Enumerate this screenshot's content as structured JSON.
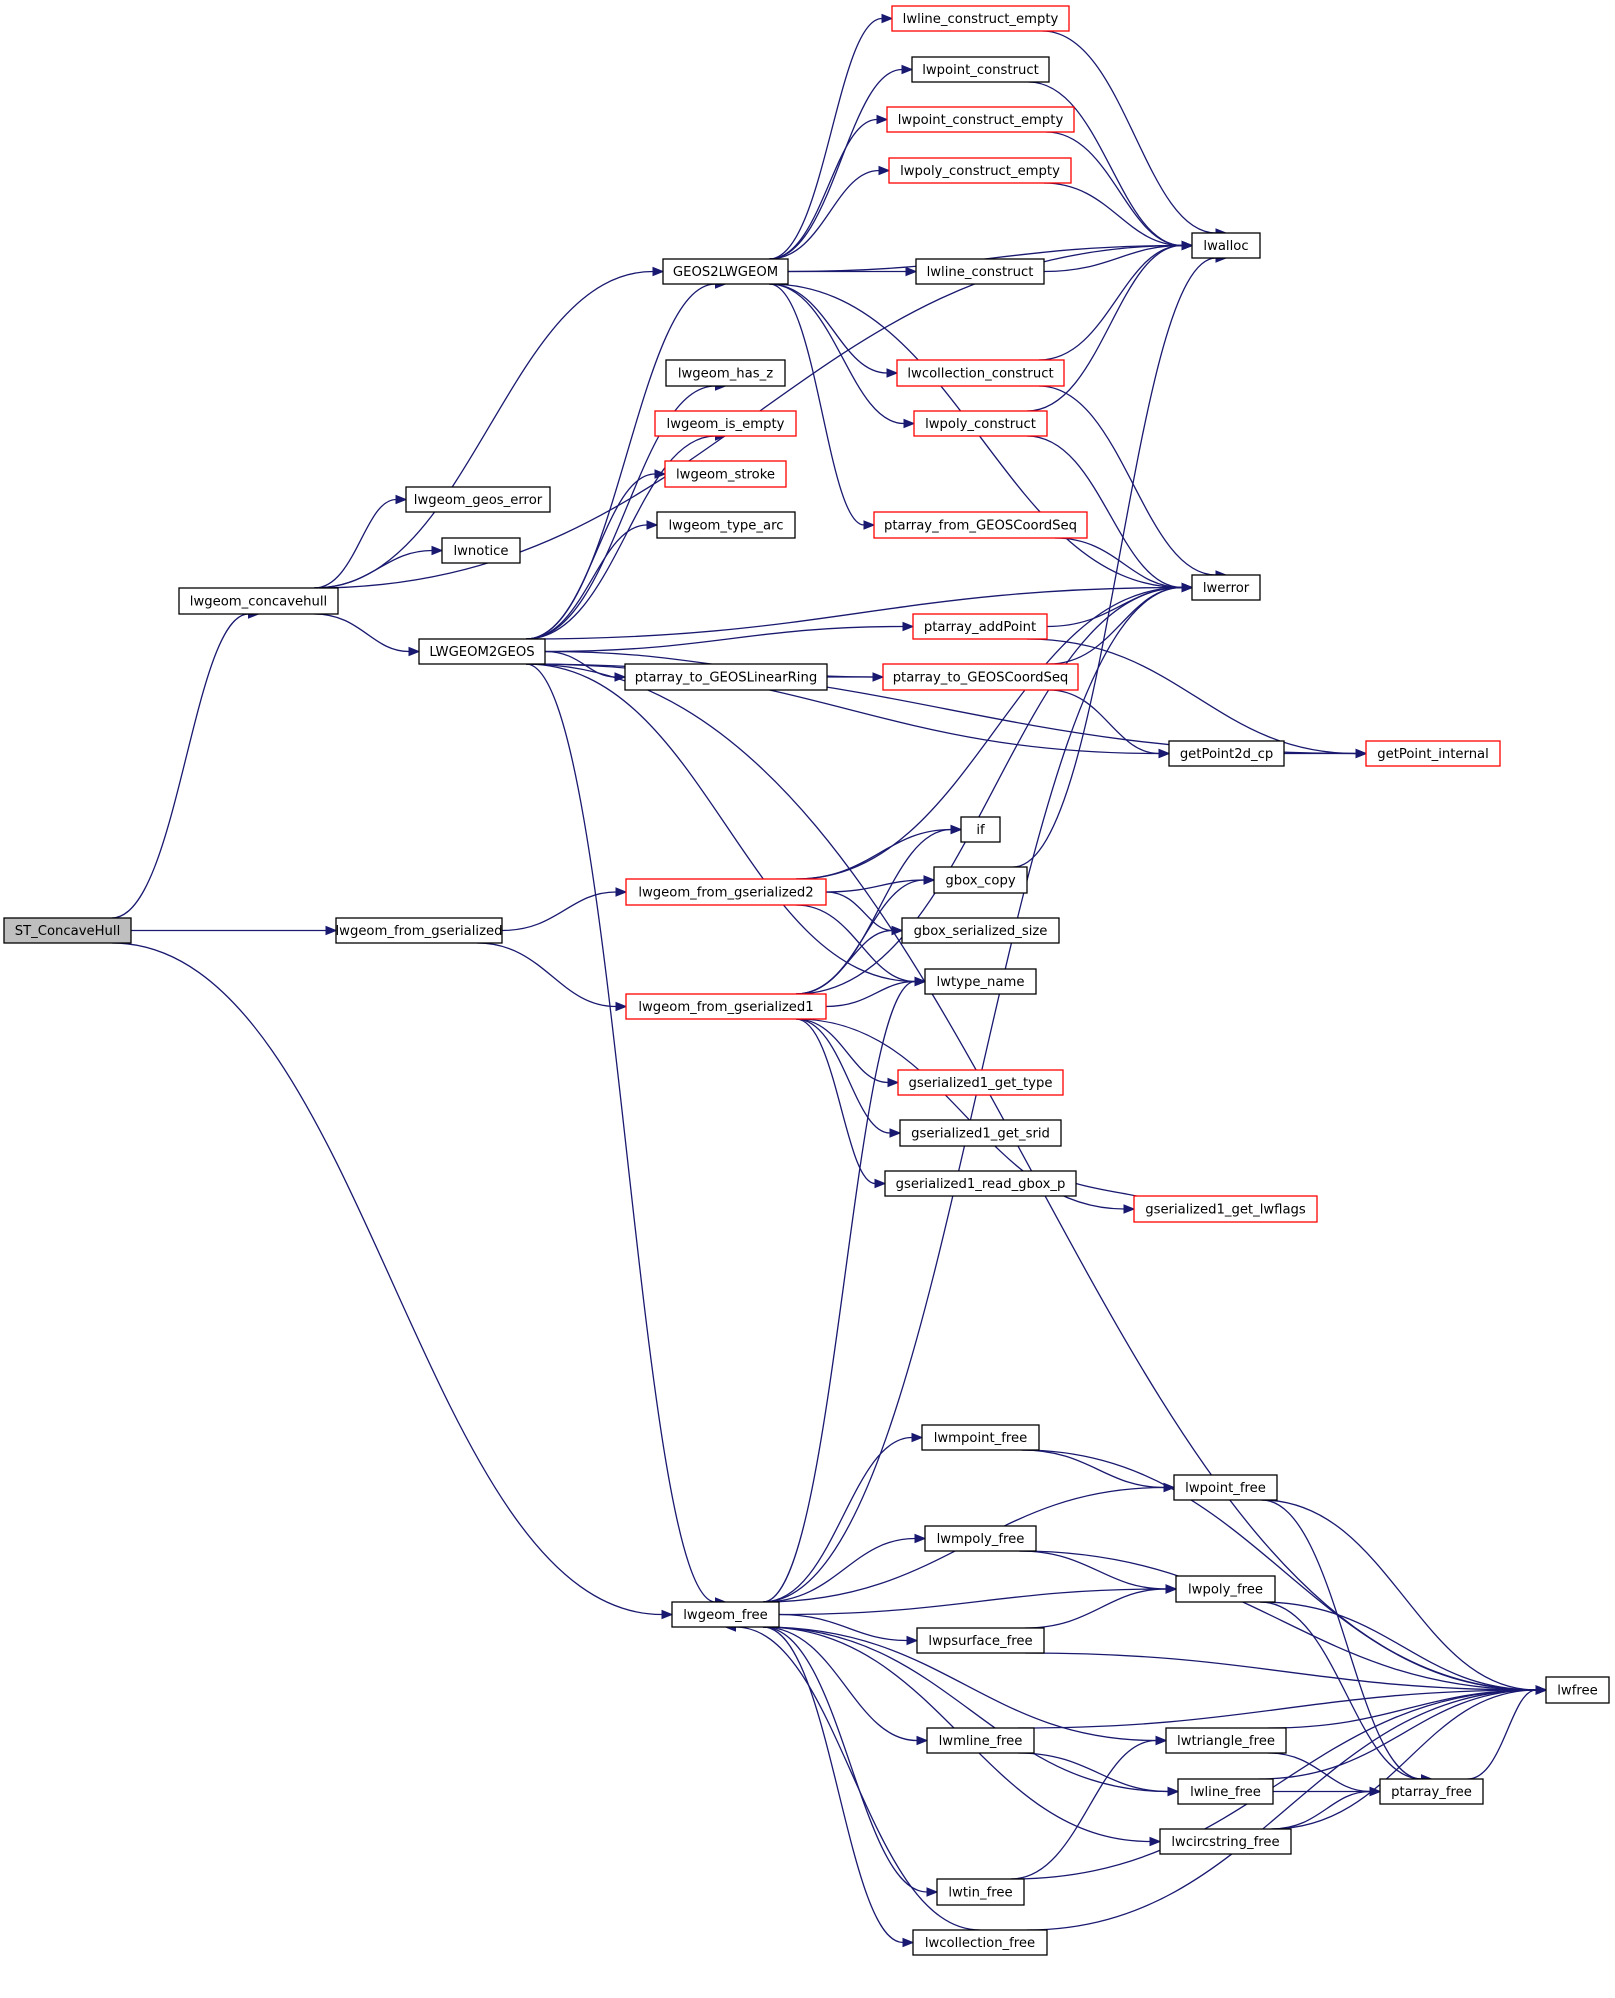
{
  "title": "Call graph for ST_ConcaveHull",
  "colors": {
    "edge": "#191970",
    "node_border": "#000000",
    "node_border_incomplete": "#ff0000",
    "root_fill": "#bfbfbf",
    "node_fill": "#ffffff"
  },
  "nodes": [
    {
      "id": "ST_ConcaveHull",
      "label": "ST_ConcaveHull",
      "style": "root"
    },
    {
      "id": "lwgeom_concavehull",
      "label": "lwgeom_concavehull",
      "style": "normal"
    },
    {
      "id": "lwgeom_geos_error",
      "label": "lwgeom_geos_error",
      "style": "normal"
    },
    {
      "id": "lwnotice",
      "label": "lwnotice",
      "style": "normal"
    },
    {
      "id": "LWGEOM2GEOS",
      "label": "LWGEOM2GEOS",
      "style": "normal"
    },
    {
      "id": "lwgeom_from_gserialized",
      "label": "lwgeom_from_gserialized",
      "style": "normal"
    },
    {
      "id": "GEOS2LWGEOM",
      "label": "GEOS2LWGEOM",
      "style": "normal"
    },
    {
      "id": "lwgeom_has_z",
      "label": "lwgeom_has_z",
      "style": "normal"
    },
    {
      "id": "lwgeom_is_empty",
      "label": "lwgeom_is_empty",
      "style": "red"
    },
    {
      "id": "lwgeom_stroke",
      "label": "lwgeom_stroke",
      "style": "red"
    },
    {
      "id": "lwgeom_type_arc",
      "label": "lwgeom_type_arc",
      "style": "normal"
    },
    {
      "id": "ptarray_to_GEOSLinearRing",
      "label": "ptarray_to_GEOSLinearRing",
      "style": "normal"
    },
    {
      "id": "lwgeom_from_gserialized2",
      "label": "lwgeom_from_gserialized2",
      "style": "red"
    },
    {
      "id": "lwgeom_from_gserialized1",
      "label": "lwgeom_from_gserialized1",
      "style": "red"
    },
    {
      "id": "lwgeom_free",
      "label": "lwgeom_free",
      "style": "normal"
    },
    {
      "id": "lwline_construct_empty",
      "label": "lwline_construct_empty",
      "style": "red"
    },
    {
      "id": "lwpoint_construct",
      "label": "lwpoint_construct",
      "style": "normal"
    },
    {
      "id": "lwpoint_construct_empty",
      "label": "lwpoint_construct_empty",
      "style": "red"
    },
    {
      "id": "lwpoly_construct_empty",
      "label": "lwpoly_construct_empty",
      "style": "red"
    },
    {
      "id": "lwline_construct",
      "label": "lwline_construct",
      "style": "normal"
    },
    {
      "id": "lwcollection_construct",
      "label": "lwcollection_construct",
      "style": "red"
    },
    {
      "id": "lwpoly_construct",
      "label": "lwpoly_construct",
      "style": "red"
    },
    {
      "id": "ptarray_from_GEOSCoordSeq",
      "label": "ptarray_from_GEOSCoordSeq",
      "style": "red"
    },
    {
      "id": "ptarray_addPoint",
      "label": "ptarray_addPoint",
      "style": "red"
    },
    {
      "id": "ptarray_to_GEOSCoordSeq",
      "label": "ptarray_to_GEOSCoordSeq",
      "style": "red"
    },
    {
      "id": "if",
      "label": "if",
      "style": "normal"
    },
    {
      "id": "gbox_copy",
      "label": "gbox_copy",
      "style": "normal"
    },
    {
      "id": "gbox_serialized_size",
      "label": "gbox_serialized_size",
      "style": "normal"
    },
    {
      "id": "lwtype_name",
      "label": "lwtype_name",
      "style": "normal"
    },
    {
      "id": "gserialized1_get_type",
      "label": "gserialized1_get_type",
      "style": "red"
    },
    {
      "id": "gserialized1_get_srid",
      "label": "gserialized1_get_srid",
      "style": "normal"
    },
    {
      "id": "gserialized1_read_gbox_p",
      "label": "gserialized1_read_gbox_p",
      "style": "normal"
    },
    {
      "id": "gserialized1_get_lwflags",
      "label": "gserialized1_get_lwflags",
      "style": "red"
    },
    {
      "id": "lwmpoint_free",
      "label": "lwmpoint_free",
      "style": "normal"
    },
    {
      "id": "lwmpoly_free",
      "label": "lwmpoly_free",
      "style": "normal"
    },
    {
      "id": "lwpsurface_free",
      "label": "lwpsurface_free",
      "style": "normal"
    },
    {
      "id": "lwmline_free",
      "label": "lwmline_free",
      "style": "normal"
    },
    {
      "id": "lwtin_free",
      "label": "lwtin_free",
      "style": "normal"
    },
    {
      "id": "lwcollection_free",
      "label": "lwcollection_free",
      "style": "normal"
    },
    {
      "id": "lwalloc",
      "label": "lwalloc",
      "style": "normal"
    },
    {
      "id": "lwerror",
      "label": "lwerror",
      "style": "normal"
    },
    {
      "id": "getPoint2d_cp",
      "label": "getPoint2d_cp",
      "style": "normal"
    },
    {
      "id": "getPoint_internal",
      "label": "getPoint_internal",
      "style": "red"
    },
    {
      "id": "lwpoint_free",
      "label": "lwpoint_free",
      "style": "normal"
    },
    {
      "id": "lwpoly_free",
      "label": "lwpoly_free",
      "style": "normal"
    },
    {
      "id": "lwtriangle_free",
      "label": "lwtriangle_free",
      "style": "normal"
    },
    {
      "id": "lwline_free",
      "label": "lwline_free",
      "style": "normal"
    },
    {
      "id": "lwcircstring_free",
      "label": "lwcircstring_free",
      "style": "normal"
    },
    {
      "id": "ptarray_free",
      "label": "ptarray_free",
      "style": "normal"
    },
    {
      "id": "lwfree",
      "label": "lwfree",
      "style": "normal"
    }
  ],
  "edges": [
    [
      "ST_ConcaveHull",
      "lwgeom_concavehull"
    ],
    [
      "ST_ConcaveHull",
      "lwgeom_from_gserialized"
    ],
    [
      "ST_ConcaveHull",
      "lwgeom_free"
    ],
    [
      "lwgeom_concavehull",
      "lwgeom_geos_error"
    ],
    [
      "lwgeom_concavehull",
      "lwnotice"
    ],
    [
      "lwgeom_concavehull",
      "LWGEOM2GEOS"
    ],
    [
      "lwgeom_concavehull",
      "GEOS2LWGEOM"
    ],
    [
      "lwgeom_concavehull",
      "lwalloc"
    ],
    [
      "lwgeom_from_gserialized",
      "lwgeom_from_gserialized2"
    ],
    [
      "lwgeom_from_gserialized",
      "lwgeom_from_gserialized1"
    ],
    [
      "GEOS2LWGEOM",
      "lwline_construct_empty"
    ],
    [
      "GEOS2LWGEOM",
      "lwpoint_construct"
    ],
    [
      "GEOS2LWGEOM",
      "lwpoint_construct_empty"
    ],
    [
      "GEOS2LWGEOM",
      "lwpoly_construct_empty"
    ],
    [
      "GEOS2LWGEOM",
      "lwalloc"
    ],
    [
      "GEOS2LWGEOM",
      "lwline_construct"
    ],
    [
      "GEOS2LWGEOM",
      "lwcollection_construct"
    ],
    [
      "GEOS2LWGEOM",
      "lwpoly_construct"
    ],
    [
      "GEOS2LWGEOM",
      "ptarray_from_GEOSCoordSeq"
    ],
    [
      "GEOS2LWGEOM",
      "lwerror"
    ],
    [
      "LWGEOM2GEOS",
      "lwgeom_has_z"
    ],
    [
      "LWGEOM2GEOS",
      "lwgeom_is_empty"
    ],
    [
      "LWGEOM2GEOS",
      "lwgeom_stroke"
    ],
    [
      "LWGEOM2GEOS",
      "lwgeom_type_arc"
    ],
    [
      "LWGEOM2GEOS",
      "lwerror"
    ],
    [
      "LWGEOM2GEOS",
      "ptarray_addPoint"
    ],
    [
      "LWGEOM2GEOS",
      "ptarray_to_GEOSLinearRing"
    ],
    [
      "LWGEOM2GEOS",
      "ptarray_to_GEOSCoordSeq"
    ],
    [
      "LWGEOM2GEOS",
      "getPoint2d_cp"
    ],
    [
      "LWGEOM2GEOS",
      "lwtype_name"
    ],
    [
      "LWGEOM2GEOS",
      "lwgeom_free"
    ],
    [
      "LWGEOM2GEOS",
      "lwfree"
    ],
    [
      "LWGEOM2GEOS",
      "getPoint_internal"
    ],
    [
      "LWGEOM2GEOS",
      "GEOS2LWGEOM"
    ],
    [
      "lwline_construct_empty",
      "lwalloc"
    ],
    [
      "lwpoint_construct",
      "lwalloc"
    ],
    [
      "lwpoint_construct_empty",
      "lwalloc"
    ],
    [
      "lwpoly_construct_empty",
      "lwalloc"
    ],
    [
      "lwline_construct",
      "lwalloc"
    ],
    [
      "lwcollection_construct",
      "lwalloc"
    ],
    [
      "lwcollection_construct",
      "lwerror"
    ],
    [
      "lwpoly_construct",
      "lwalloc"
    ],
    [
      "lwpoly_construct",
      "lwerror"
    ],
    [
      "ptarray_from_GEOSCoordSeq",
      "lwerror"
    ],
    [
      "ptarray_addPoint",
      "lwerror"
    ],
    [
      "ptarray_addPoint",
      "getPoint_internal"
    ],
    [
      "ptarray_to_GEOSLinearRing",
      "ptarray_to_GEOSCoordSeq"
    ],
    [
      "ptarray_to_GEOSCoordSeq",
      "lwerror"
    ],
    [
      "ptarray_to_GEOSCoordSeq",
      "getPoint2d_cp"
    ],
    [
      "getPoint2d_cp",
      "getPoint_internal"
    ],
    [
      "lwgeom_from_gserialized2",
      "lwerror"
    ],
    [
      "lwgeom_from_gserialized2",
      "if"
    ],
    [
      "lwgeom_from_gserialized2",
      "gbox_copy"
    ],
    [
      "lwgeom_from_gserialized2",
      "gbox_serialized_size"
    ],
    [
      "lwgeom_from_gserialized2",
      "lwtype_name"
    ],
    [
      "lwgeom_from_gserialized1",
      "if"
    ],
    [
      "lwgeom_from_gserialized1",
      "gbox_copy"
    ],
    [
      "lwgeom_from_gserialized1",
      "gbox_serialized_size"
    ],
    [
      "lwgeom_from_gserialized1",
      "lwtype_name"
    ],
    [
      "lwgeom_from_gserialized1",
      "lwerror"
    ],
    [
      "lwgeom_from_gserialized1",
      "gserialized1_get_type"
    ],
    [
      "lwgeom_from_gserialized1",
      "gserialized1_get_srid"
    ],
    [
      "lwgeom_from_gserialized1",
      "gserialized1_read_gbox_p"
    ],
    [
      "lwgeom_from_gserialized1",
      "gserialized1_get_lwflags"
    ],
    [
      "gserialized1_read_gbox_p",
      "gserialized1_get_lwflags"
    ],
    [
      "gbox_copy",
      "lwalloc"
    ],
    [
      "lwgeom_free",
      "lwtype_name"
    ],
    [
      "lwgeom_free",
      "lwerror"
    ],
    [
      "lwgeom_free",
      "lwmpoint_free"
    ],
    [
      "lwgeom_free",
      "lwpoint_free"
    ],
    [
      "lwgeom_free",
      "lwmpoly_free"
    ],
    [
      "lwgeom_free",
      "lwpoly_free"
    ],
    [
      "lwgeom_free",
      "lwpsurface_free"
    ],
    [
      "lwgeom_free",
      "lwtriangle_free"
    ],
    [
      "lwgeom_free",
      "lwmline_free"
    ],
    [
      "lwgeom_free",
      "lwline_free"
    ],
    [
      "lwgeom_free",
      "lwcircstring_free"
    ],
    [
      "lwgeom_free",
      "lwtin_free"
    ],
    [
      "lwgeom_free",
      "lwcollection_free"
    ],
    [
      "lwmpoint_free",
      "lwpoint_free"
    ],
    [
      "lwmpoint_free",
      "lwfree"
    ],
    [
      "lwpoint_free",
      "lwfree"
    ],
    [
      "lwpoint_free",
      "ptarray_free"
    ],
    [
      "lwmpoly_free",
      "lwpoly_free"
    ],
    [
      "lwmpoly_free",
      "lwfree"
    ],
    [
      "lwpoly_free",
      "lwfree"
    ],
    [
      "lwpoly_free",
      "ptarray_free"
    ],
    [
      "lwpsurface_free",
      "lwpoly_free"
    ],
    [
      "lwpsurface_free",
      "lwfree"
    ],
    [
      "lwmline_free",
      "lwline_free"
    ],
    [
      "lwmline_free",
      "lwfree"
    ],
    [
      "lwtriangle_free",
      "lwfree"
    ],
    [
      "lwtriangle_free",
      "ptarray_free"
    ],
    [
      "lwline_free",
      "ptarray_free"
    ],
    [
      "lwline_free",
      "lwfree"
    ],
    [
      "lwcircstring_free",
      "ptarray_free"
    ],
    [
      "lwcircstring_free",
      "lwfree"
    ],
    [
      "lwtin_free",
      "lwtriangle_free"
    ],
    [
      "lwtin_free",
      "lwfree"
    ],
    [
      "lwcollection_free",
      "lwgeom_free"
    ],
    [
      "lwcollection_free",
      "lwfree"
    ],
    [
      "ptarray_free",
      "lwfree"
    ]
  ]
}
